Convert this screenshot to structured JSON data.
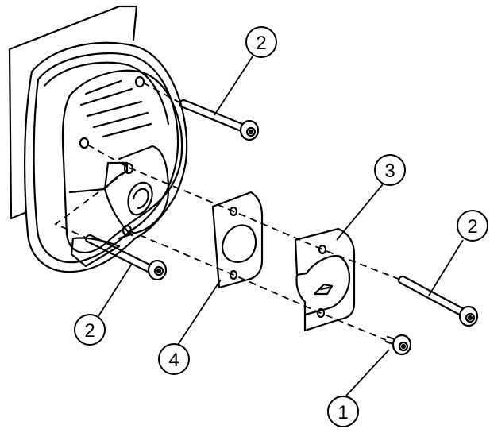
{
  "callouts": [
    {
      "id": "c1",
      "label": "1"
    },
    {
      "id": "c2a",
      "label": "2"
    },
    {
      "id": "c2b",
      "label": "2"
    },
    {
      "id": "c2c",
      "label": "2"
    },
    {
      "id": "c3",
      "label": "3"
    },
    {
      "id": "c4",
      "label": "4"
    }
  ],
  "colors": {
    "line": "#000000",
    "background": "#ffffff"
  }
}
